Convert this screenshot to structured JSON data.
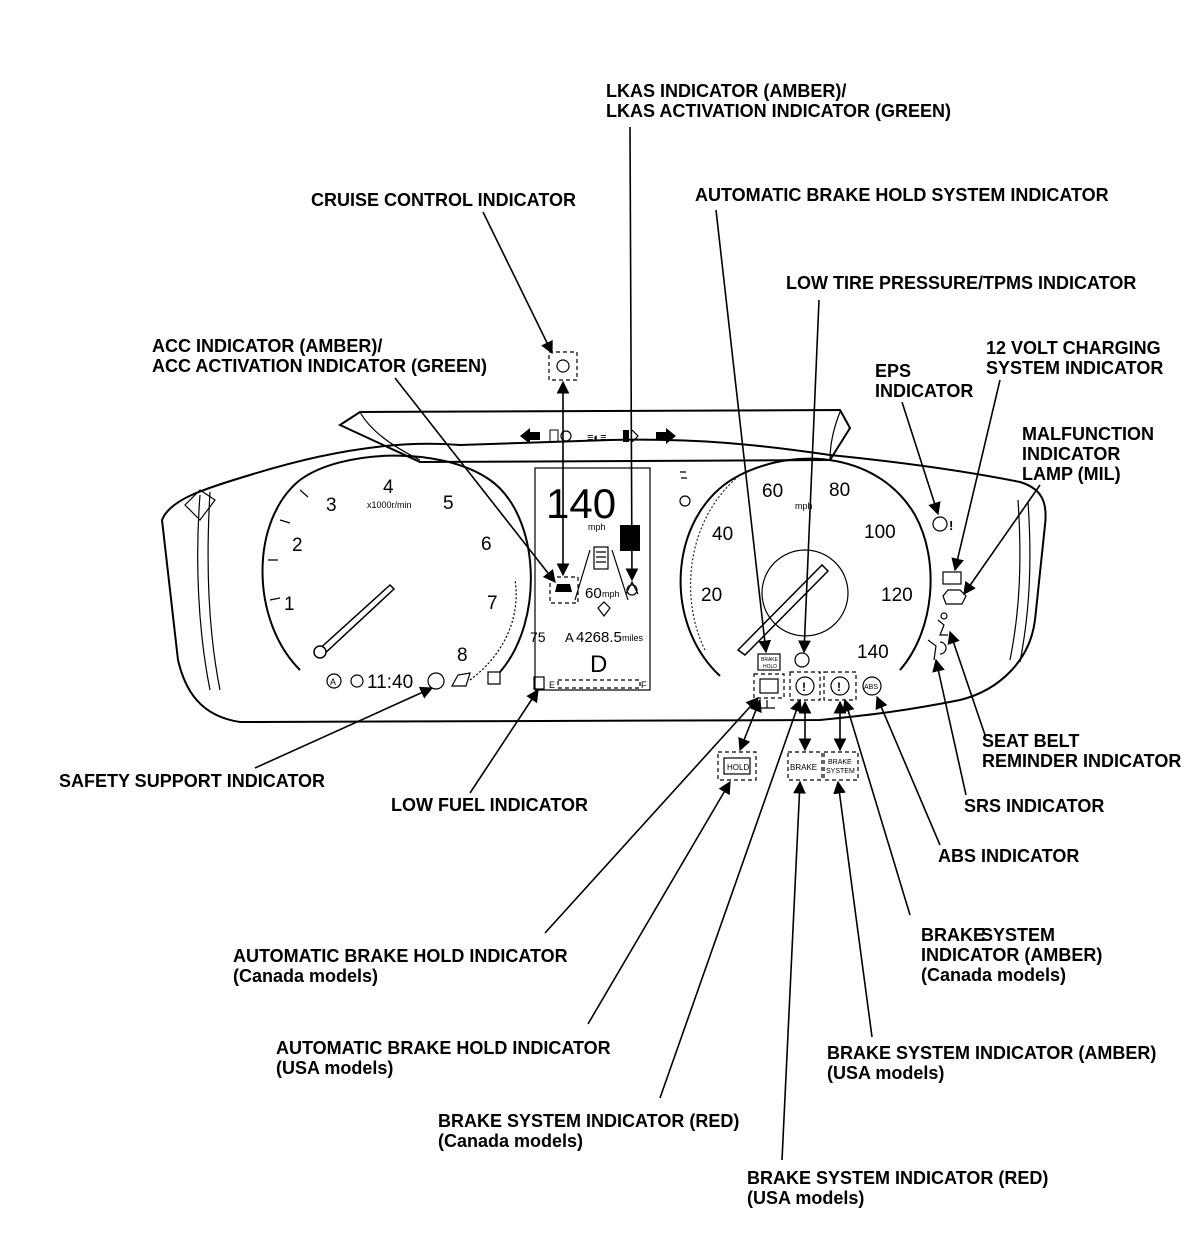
{
  "labels": {
    "lkas": [
      "LKAS INDICATOR (AMBER)/",
      "LKAS ACTIVATION INDICATOR (GREEN)"
    ],
    "cruise": "CRUISE CONTROL INDICATOR",
    "auto_brake_hold_system": "AUTOMATIC BRAKE HOLD SYSTEM INDICATOR",
    "tpms": "LOW TIRE PRESSURE/TPMS INDICATOR",
    "acc": [
      "ACC INDICATOR (AMBER)/",
      "ACC ACTIVATION INDICATOR (GREEN)"
    ],
    "eps": [
      "EPS",
      "INDICATOR"
    ],
    "charging": [
      "12 VOLT CHARGING",
      "SYSTEM INDICATOR"
    ],
    "mil": [
      "MALFUNCTION",
      "INDICATOR",
      "LAMP (MIL)"
    ],
    "seat_belt": [
      "SEAT BELT",
      "REMINDER INDICATOR"
    ],
    "srs": "SRS INDICATOR",
    "abs": "ABS INDICATOR",
    "safety_support": "SAFETY SUPPORT INDICATOR",
    "low_fuel": "LOW FUEL INDICATOR",
    "abh_canada": [
      "AUTOMATIC BRAKE HOLD INDICATOR",
      "(Canada models)"
    ],
    "abh_usa": [
      "AUTOMATIC BRAKE HOLD INDICATOR",
      "(USA models)"
    ],
    "brake_red_canada": [
      "BRAKE SYSTEM INDICATOR (RED)",
      "(Canada models)"
    ],
    "brake_red_usa": [
      "BRAKE SYSTEM INDICATOR (RED)",
      "(USA models)"
    ],
    "brake_amber_canada": [
      "BRAKE",
      "SYSTEM",
      "INDICATOR (AMBER)",
      "(Canada models)"
    ],
    "brake_amber_usa": [
      "BRAKE SYSTEM INDICATOR (AMBER)",
      "(USA models)"
    ]
  },
  "cluster": {
    "tach_numbers": [
      "1",
      "2",
      "3",
      "4",
      "5",
      "6",
      "7",
      "8"
    ],
    "tach_unit": "x1000r/min",
    "speed_numbers": [
      "20",
      "40",
      "60",
      "80",
      "100",
      "120",
      "140"
    ],
    "speed_unit": "mph",
    "display": {
      "speed": "140",
      "speed_unit": "mph",
      "set_speed": "60",
      "set_unit": "mph",
      "trip_left": "75",
      "trip_mark": "A",
      "odometer": "4268.5",
      "odo_unit": "miles",
      "gear": "D",
      "clock": "11:40",
      "fuel_e": "E",
      "fuel_f": "F"
    },
    "icon_text": {
      "hold": "HOLD",
      "brake": "BRAKE",
      "brake_system": [
        "BRAKE",
        "SYSTEM"
      ],
      "abs": "ABS",
      "auto_hold": [
        "BRAKE",
        "HOLD"
      ]
    }
  }
}
